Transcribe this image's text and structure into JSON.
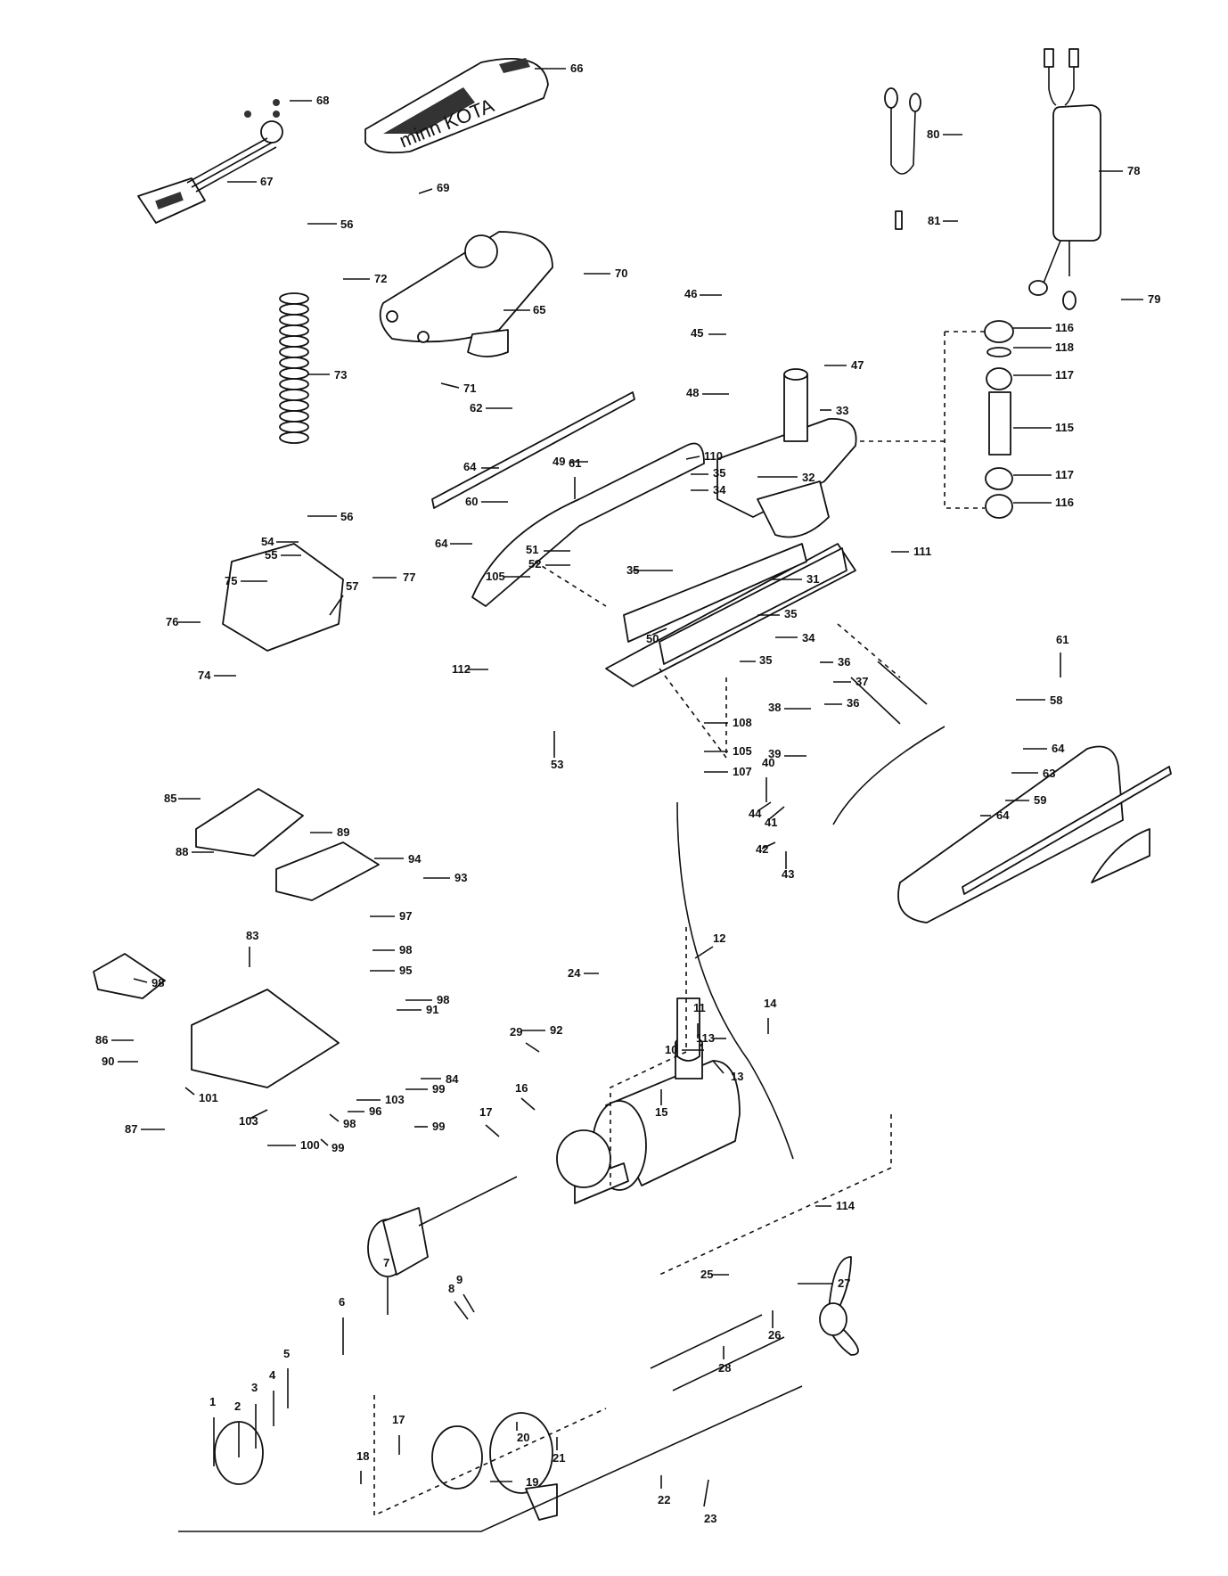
{
  "title": "Minn Kota trolling motor exploded parts diagram",
  "brand_text": "minn KOTA",
  "labels": [
    {
      "id": "1",
      "text": "1"
    },
    {
      "id": "2",
      "text": "2"
    },
    {
      "id": "3",
      "text": "3"
    },
    {
      "id": "4",
      "text": "4"
    },
    {
      "id": "5",
      "text": "5"
    },
    {
      "id": "6",
      "text": "6"
    },
    {
      "id": "7",
      "text": "7"
    },
    {
      "id": "8",
      "text": "8"
    },
    {
      "id": "9",
      "text": "9"
    },
    {
      "id": "10",
      "text": "10"
    },
    {
      "id": "11",
      "text": "11"
    },
    {
      "id": "12",
      "text": "12"
    },
    {
      "id": "13",
      "text": "13"
    },
    {
      "id": "14",
      "text": "14"
    },
    {
      "id": "15",
      "text": "15"
    },
    {
      "id": "16",
      "text": "16"
    },
    {
      "id": "17a",
      "text": "17"
    },
    {
      "id": "17b",
      "text": "17"
    },
    {
      "id": "18",
      "text": "18"
    },
    {
      "id": "19",
      "text": "19"
    },
    {
      "id": "20",
      "text": "20"
    },
    {
      "id": "21",
      "text": "21"
    },
    {
      "id": "22",
      "text": "22"
    },
    {
      "id": "23",
      "text": "23"
    },
    {
      "id": "24",
      "text": "24"
    },
    {
      "id": "25",
      "text": "25"
    },
    {
      "id": "26",
      "text": "26"
    },
    {
      "id": "27",
      "text": "27"
    },
    {
      "id": "28",
      "text": "28"
    },
    {
      "id": "29",
      "text": "29"
    },
    {
      "id": "31",
      "text": "31"
    },
    {
      "id": "32",
      "text": "32"
    },
    {
      "id": "33",
      "text": "33"
    },
    {
      "id": "34a",
      "text": "34"
    },
    {
      "id": "34b",
      "text": "34"
    },
    {
      "id": "35a",
      "text": "35"
    },
    {
      "id": "35b",
      "text": "35"
    },
    {
      "id": "35c",
      "text": "35"
    },
    {
      "id": "35d",
      "text": "35"
    },
    {
      "id": "36a",
      "text": "36"
    },
    {
      "id": "36b",
      "text": "36"
    },
    {
      "id": "37",
      "text": "37"
    },
    {
      "id": "38",
      "text": "38"
    },
    {
      "id": "39",
      "text": "39"
    },
    {
      "id": "40",
      "text": "40"
    },
    {
      "id": "41",
      "text": "41"
    },
    {
      "id": "42",
      "text": "42"
    },
    {
      "id": "43",
      "text": "43"
    },
    {
      "id": "44",
      "text": "44"
    },
    {
      "id": "45",
      "text": "45"
    },
    {
      "id": "46",
      "text": "46"
    },
    {
      "id": "47",
      "text": "47"
    },
    {
      "id": "48",
      "text": "48"
    },
    {
      "id": "49",
      "text": "49"
    },
    {
      "id": "50",
      "text": "50"
    },
    {
      "id": "51",
      "text": "51"
    },
    {
      "id": "52",
      "text": "52"
    },
    {
      "id": "53",
      "text": "53"
    },
    {
      "id": "54",
      "text": "54"
    },
    {
      "id": "55",
      "text": "55"
    },
    {
      "id": "56a",
      "text": "56"
    },
    {
      "id": "56b",
      "text": "56"
    },
    {
      "id": "57",
      "text": "57"
    },
    {
      "id": "58",
      "text": "58"
    },
    {
      "id": "59",
      "text": "59"
    },
    {
      "id": "60",
      "text": "60"
    },
    {
      "id": "61a",
      "text": "61"
    },
    {
      "id": "61b",
      "text": "61"
    },
    {
      "id": "62",
      "text": "62"
    },
    {
      "id": "63",
      "text": "63"
    },
    {
      "id": "64a",
      "text": "64"
    },
    {
      "id": "64b",
      "text": "64"
    },
    {
      "id": "64c",
      "text": "64"
    },
    {
      "id": "64d",
      "text": "64"
    },
    {
      "id": "65",
      "text": "65"
    },
    {
      "id": "66",
      "text": "66"
    },
    {
      "id": "67",
      "text": "67"
    },
    {
      "id": "68",
      "text": "68"
    },
    {
      "id": "69",
      "text": "69"
    },
    {
      "id": "70",
      "text": "70"
    },
    {
      "id": "71",
      "text": "71"
    },
    {
      "id": "72",
      "text": "72"
    },
    {
      "id": "73",
      "text": "73"
    },
    {
      "id": "74",
      "text": "74"
    },
    {
      "id": "75",
      "text": "75"
    },
    {
      "id": "76",
      "text": "76"
    },
    {
      "id": "77",
      "text": "77"
    },
    {
      "id": "78",
      "text": "78"
    },
    {
      "id": "79",
      "text": "79"
    },
    {
      "id": "80",
      "text": "80"
    },
    {
      "id": "81",
      "text": "81"
    },
    {
      "id": "83",
      "text": "83"
    },
    {
      "id": "84",
      "text": "84"
    },
    {
      "id": "85",
      "text": "85"
    },
    {
      "id": "86",
      "text": "86"
    },
    {
      "id": "87",
      "text": "87"
    },
    {
      "id": "88",
      "text": "88"
    },
    {
      "id": "89",
      "text": "89"
    },
    {
      "id": "90",
      "text": "90"
    },
    {
      "id": "91",
      "text": "91"
    },
    {
      "id": "92",
      "text": "92"
    },
    {
      "id": "93",
      "text": "93"
    },
    {
      "id": "94",
      "text": "94"
    },
    {
      "id": "95",
      "text": "95"
    },
    {
      "id": "96",
      "text": "96"
    },
    {
      "id": "97",
      "text": "97"
    },
    {
      "id": "98a",
      "text": "98"
    },
    {
      "id": "98b",
      "text": "98"
    },
    {
      "id": "98c",
      "text": "98"
    },
    {
      "id": "98d",
      "text": "98"
    },
    {
      "id": "99a",
      "text": "99"
    },
    {
      "id": "99b",
      "text": "99"
    },
    {
      "id": "99c",
      "text": "99"
    },
    {
      "id": "100",
      "text": "100"
    },
    {
      "id": "101",
      "text": "101"
    },
    {
      "id": "103a",
      "text": "103"
    },
    {
      "id": "103b",
      "text": "103"
    },
    {
      "id": "105a",
      "text": "105"
    },
    {
      "id": "105b",
      "text": "105"
    },
    {
      "id": "107",
      "text": "107"
    },
    {
      "id": "108",
      "text": "108"
    },
    {
      "id": "110",
      "text": "110"
    },
    {
      "id": "111",
      "text": "111"
    },
    {
      "id": "112",
      "text": "112"
    },
    {
      "id": "113",
      "text": "113"
    },
    {
      "id": "114",
      "text": "114"
    },
    {
      "id": "115",
      "text": "115"
    },
    {
      "id": "116a",
      "text": "116"
    },
    {
      "id": "116b",
      "text": "116"
    },
    {
      "id": "117a",
      "text": "117"
    },
    {
      "id": "117b",
      "text": "117"
    },
    {
      "id": "118",
      "text": "118"
    }
  ]
}
